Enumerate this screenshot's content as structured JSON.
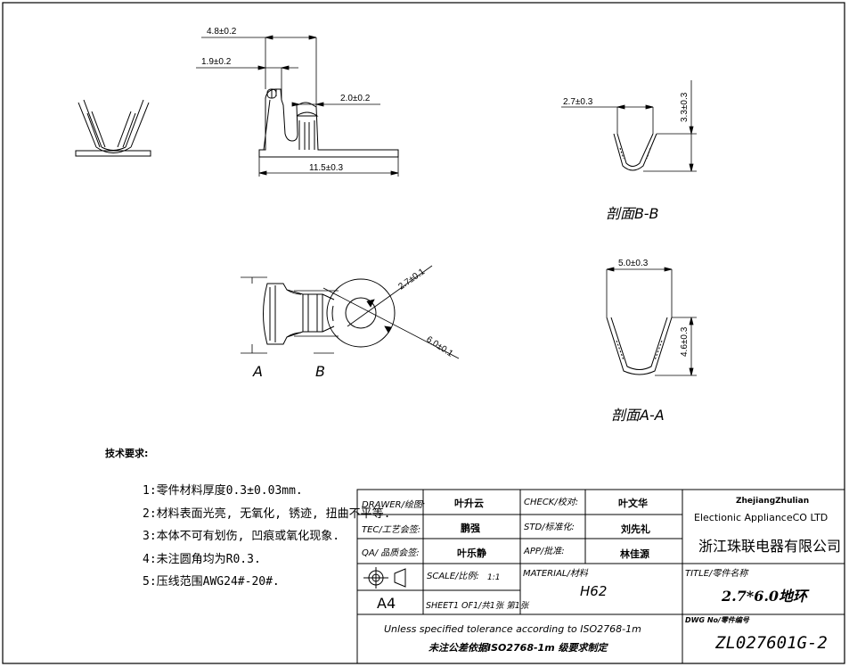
{
  "dimensions": {
    "d1": "4.8±0.2",
    "d2": "1.9±0.2",
    "d3": "2.0±0.2",
    "d4": "11.5±0.3",
    "d5": "2.7±0.3",
    "d6": "3.3±0.3",
    "d7": "5.0±0.3",
    "d8": "4.6±0.3",
    "d9": "2.7±0.1",
    "d10": "6.0±0.1"
  },
  "section_labels": {
    "a": "A",
    "b": "B",
    "section_bb": "剖面B-B",
    "section_aa": "剖面A-A"
  },
  "requirements": {
    "title": "技术要求:",
    "items": [
      "1:零件材料厚度0.3±0.03mm.",
      "2:材料表面光亮, 无氧化, 锈迹, 扭曲不平等.",
      "3:本体不可有划伤, 凹痕或氧化现象.",
      "4:未注圆角均为R0.3.",
      "5:压线范围AWG24#-20#."
    ]
  },
  "title_block": {
    "drawer_label": "DRAWER/绘图:",
    "drawer_value": "叶升云",
    "check_label": "CHECK/校对:",
    "check_value": "叶文华",
    "tec_label": "TEC/工艺会签:",
    "tec_value": "鹏强",
    "std_label": "STD/标准化:",
    "std_value": "刘先礼",
    "qa_label": "QA/ 品质会签:",
    "qa_value": "叶乐静",
    "app_label": "APP/批准:",
    "app_value": "林佳源",
    "company_en_1": "ZhejiangZhulian",
    "company_en_2": "Electionic ApplianceCO LTD",
    "company_cn": "浙江珠联电器有限公司",
    "scale_label": "SCALE/比例:",
    "scale_value": "1:1",
    "material_label": "MATERIAL/材料",
    "material_value": "H62",
    "title_label": "TITLE/零件名称",
    "title_value": "2.7*6.0地环",
    "paper_size": "A4",
    "sheet_label": "SHEET1 OF1/共1张 第1张",
    "tolerance_en": "Unless specified tolerance according to ISO2768-1m",
    "tolerance_cn": "未注公差依据ISO2768-1m 级要求制定",
    "dwg_label": "DWG No/零件编号",
    "dwg_value": "ZL027601G-2"
  }
}
